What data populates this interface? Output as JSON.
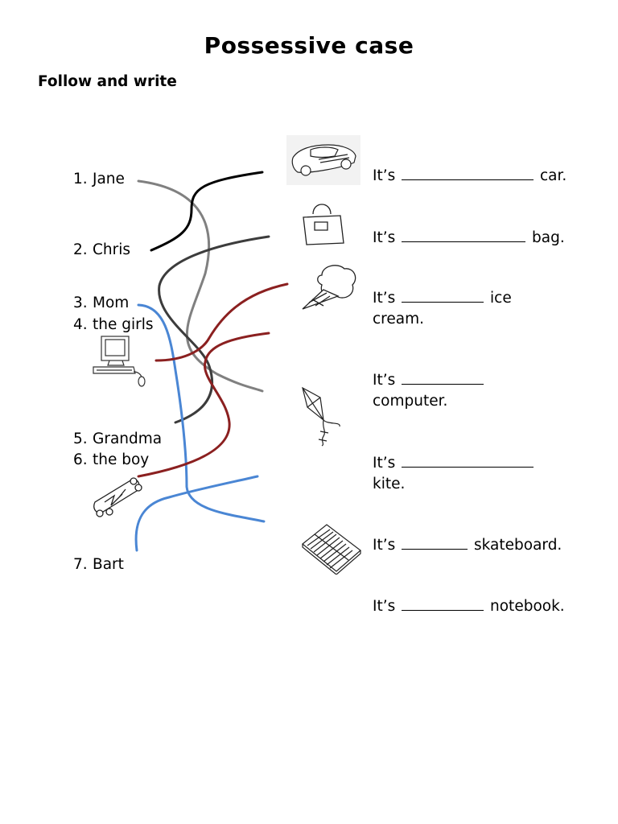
{
  "title": "Possessive case",
  "instruction": "Follow and write",
  "names": [
    {
      "num": "1.",
      "label": "Jane"
    },
    {
      "num": "2.",
      "label": "Chris"
    },
    {
      "num": "3.",
      "label": "Mom"
    },
    {
      "num": "4.",
      "label": "the girls"
    },
    {
      "num": "5.",
      "label": "Grandma"
    },
    {
      "num": "6.",
      "label": "the boy"
    },
    {
      "num": "7.",
      "label": "Bart"
    }
  ],
  "sentences": [
    {
      "prefix": "It’s",
      "object": "car."
    },
    {
      "prefix": "It’s",
      "object": "bag."
    },
    {
      "prefix": "It’s",
      "object": "ice",
      "object_line2": "cream."
    },
    {
      "prefix": "It’s",
      "object_line2": "computer."
    },
    {
      "prefix": "It’s",
      "object_line2": "kite."
    },
    {
      "prefix": "It’s",
      "object": "skateboard."
    },
    {
      "prefix": "It’s",
      "object": "notebook."
    }
  ],
  "pictures": [
    "car-icon",
    "handbag-icon",
    "ice-cream-icon",
    "computer-icon",
    "kite-icon",
    "skateboard-icon",
    "notebook-icon"
  ],
  "line_colors": {
    "gray": "#808080",
    "black": "#000000",
    "dark_gray": "#3c3c3c",
    "red": "#8b2020",
    "blue": "#4a86d4"
  }
}
